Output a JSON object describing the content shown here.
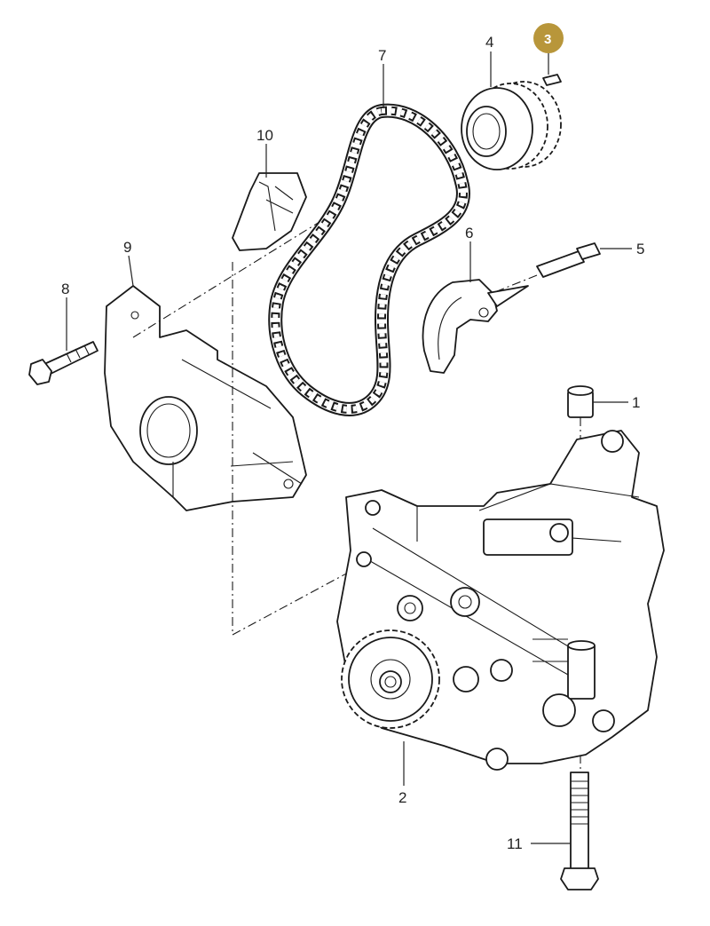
{
  "diagram": {
    "highlight_color": "#b8963a",
    "callouts": [
      {
        "id": "1",
        "label": "1"
      },
      {
        "id": "2",
        "label": "2"
      },
      {
        "id": "3",
        "label": "3",
        "highlighted": true
      },
      {
        "id": "4",
        "label": "4"
      },
      {
        "id": "5",
        "label": "5"
      },
      {
        "id": "6",
        "label": "6"
      },
      {
        "id": "7",
        "label": "7"
      },
      {
        "id": "8",
        "label": "8"
      },
      {
        "id": "9",
        "label": "9"
      },
      {
        "id": "10",
        "label": "10"
      },
      {
        "id": "11",
        "label": "11"
      }
    ]
  }
}
